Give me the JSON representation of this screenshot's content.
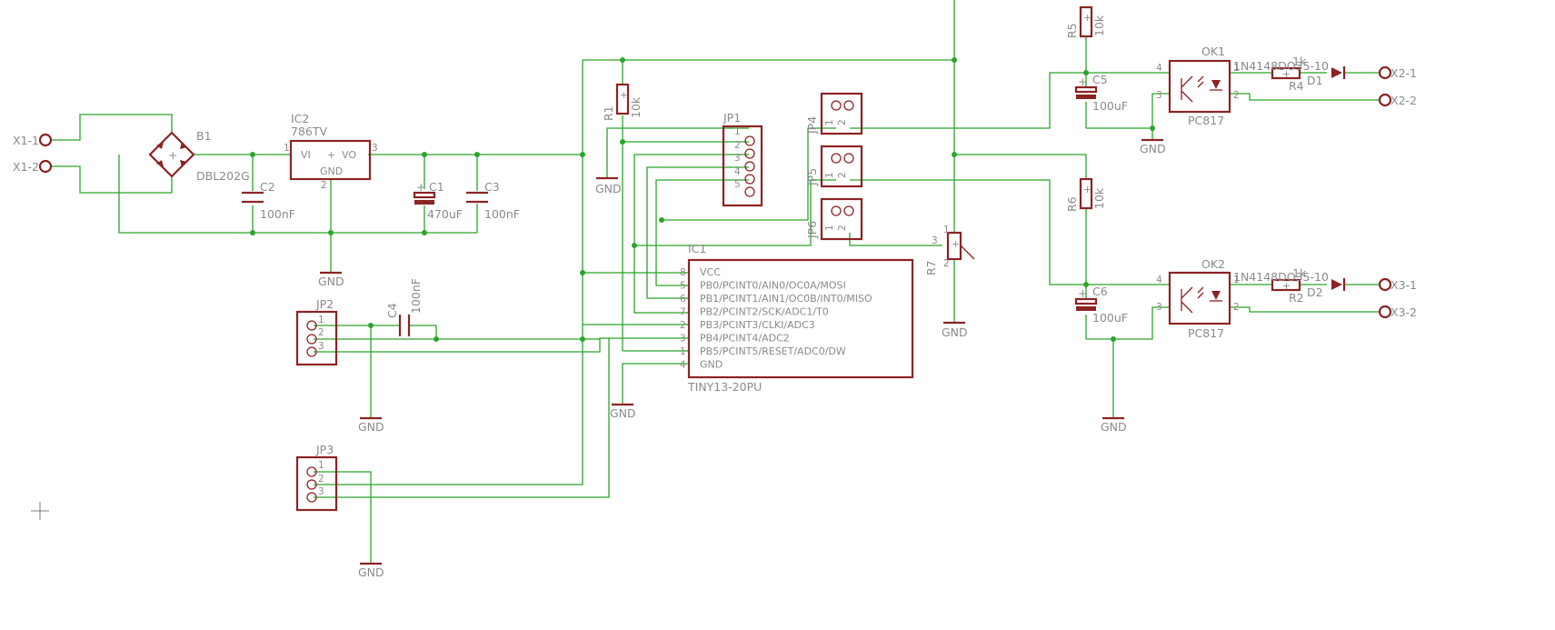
{
  "schematic": {
    "terminals": {
      "x1_1": "X1-1",
      "x1_2": "X1-2",
      "x2_1": "X2-1",
      "x2_2": "X2-2",
      "x3_1": "X3-1",
      "x3_2": "X3-2"
    },
    "bridge": {
      "ref": "B1",
      "value": "DBL202G"
    },
    "regulator": {
      "ref": "IC2",
      "value": "786TV",
      "pin_vi": "VI",
      "pin_vo": "VO",
      "pin_gnd": "GND",
      "pin1": "1",
      "pin2": "2",
      "pin3": "3"
    },
    "capacitors": {
      "c1": {
        "ref": "C1",
        "value": "470uF"
      },
      "c2": {
        "ref": "C2",
        "value": "100nF"
      },
      "c3": {
        "ref": "C3",
        "value": "100nF"
      },
      "c4": {
        "ref": "C4",
        "value": "100nF"
      },
      "c5": {
        "ref": "C5",
        "value": "100uF"
      },
      "c6": {
        "ref": "C6",
        "value": "100uF"
      }
    },
    "resistors": {
      "r1": {
        "ref": "R1",
        "value": "10k"
      },
      "r2": {
        "ref": "R2",
        "value": "1k"
      },
      "r4": {
        "ref": "R4",
        "value": "1k"
      },
      "r5": {
        "ref": "R5",
        "value": "10k"
      },
      "r6": {
        "ref": "R6",
        "value": "10k"
      },
      "r7": {
        "ref": "R7"
      }
    },
    "diodes": {
      "d1": {
        "ref": "D1",
        "value": "1N4148DO35-10"
      },
      "d2": {
        "ref": "D2",
        "value": "1N4148DO35-10"
      }
    },
    "optos": {
      "ok1": {
        "ref": "OK1",
        "value": "PC817"
      },
      "ok2": {
        "ref": "OK2",
        "value": "PC817"
      }
    },
    "headers": {
      "jp1": "JP1",
      "jp2": "JP2",
      "jp3": "JP3",
      "jp4": "JP4",
      "jp5": "JP5",
      "jp6": "JP6"
    },
    "mcu": {
      "ref": "IC1",
      "value": "TINY13-20PU",
      "pins": [
        {
          "num": "8",
          "name": "VCC"
        },
        {
          "num": "5",
          "name": "PB0/PCINT0/AIN0/OC0A/MOSI"
        },
        {
          "num": "6",
          "name": "PB1/PCINT1/AIN1/OC0B/INT0/MISO"
        },
        {
          "num": "7",
          "name": "PB2/PCINT2/SCK/ADC1/T0"
        },
        {
          "num": "2",
          "name": "PB3/PCINT3/CLKI/ADC3"
        },
        {
          "num": "3",
          "name": "PB4/PCINT4/ADC2"
        },
        {
          "num": "1",
          "name": "PB5/PCINT5/RESET/ADC0/DW"
        },
        {
          "num": "4",
          "name": "GND"
        }
      ]
    },
    "gnd_label": "GND",
    "pin_numbers": [
      "1",
      "2",
      "3",
      "4",
      "5"
    ],
    "polarity_mark": "+"
  }
}
